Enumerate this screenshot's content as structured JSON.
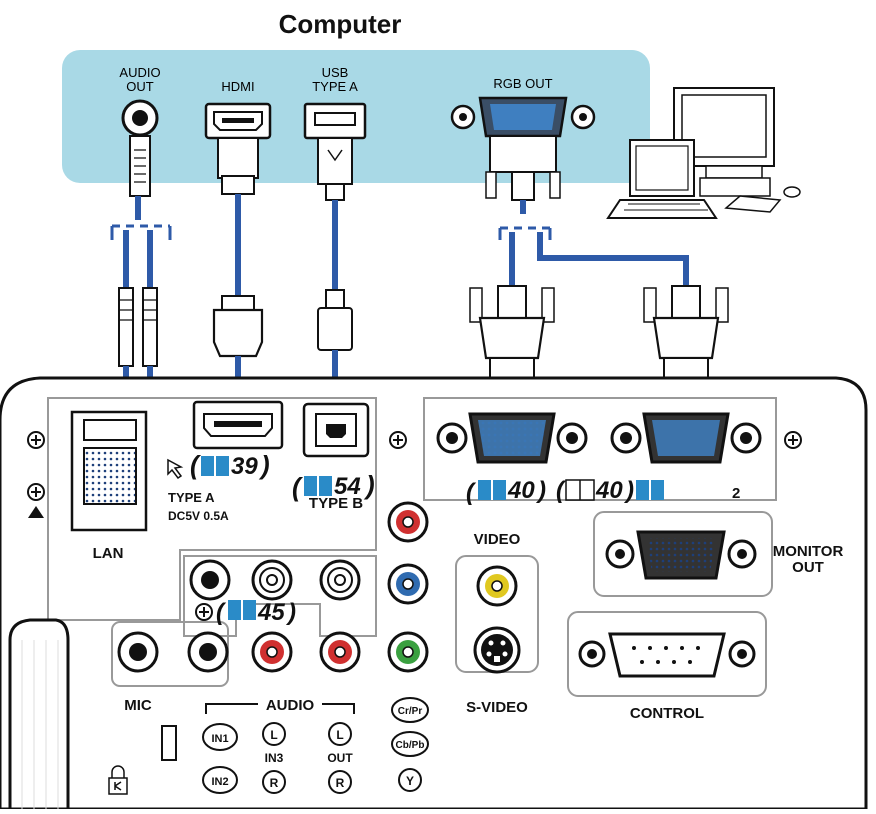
{
  "title": "Computer",
  "computer_ports": {
    "audio_out": [
      "AUDIO",
      "OUT"
    ],
    "hdmi": "HDMI",
    "usb": [
      "USB",
      "TYPE A"
    ],
    "rgb_out": "RGB OUT"
  },
  "refs": {
    "hdmi": "39",
    "usb_b": "54",
    "rgb_in1": "40",
    "rgb_in2": "40",
    "audio": "45"
  },
  "projector_labels": {
    "lan": "LAN",
    "usb_type_a": "TYPE A",
    "usb_power": "DC5V 0.5A",
    "usb_type_b": "TYPE B",
    "rgb_in2_tail": "2",
    "video": "VIDEO",
    "s_video": "S-VIDEO",
    "monitor_out": [
      "MONITOR",
      "OUT"
    ],
    "control": "CONTROL",
    "mic": "MIC",
    "audio": "AUDIO",
    "in1": "IN1",
    "in2": "IN2",
    "in3": "IN3",
    "l": "L",
    "r": "R",
    "out": "OUT",
    "cr_pr": "Cr/Pr",
    "cb_pb": "Cb/Pb",
    "y": "Y"
  },
  "colors": {
    "computer_panel": "#a9d9e6",
    "cable": "#2e5aa8",
    "port_blue": "#3f7fc0",
    "jack_red": "#d03030",
    "jack_blue": "#2f6bb0",
    "jack_green": "#3aa040",
    "jack_yellow": "#e0c820"
  }
}
